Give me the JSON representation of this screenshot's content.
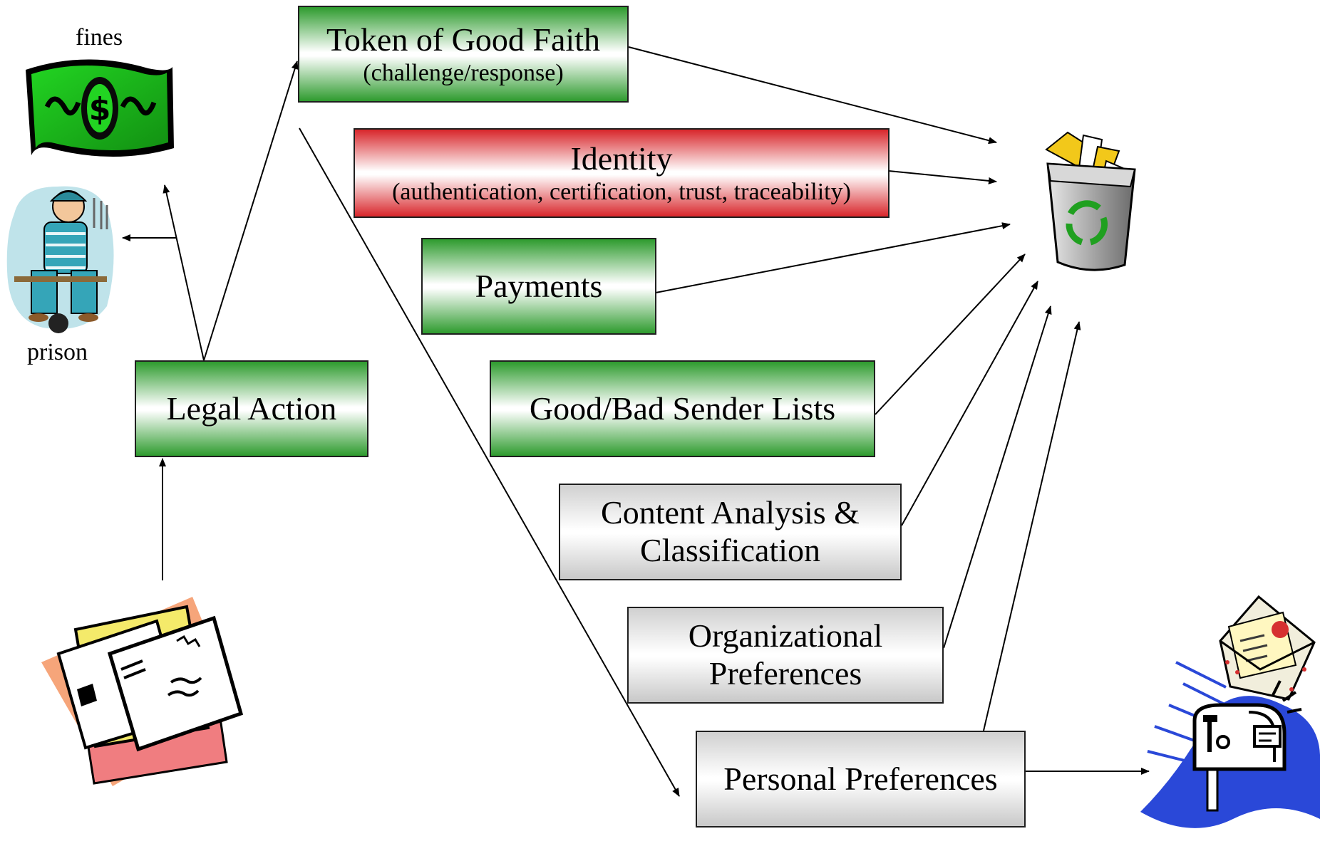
{
  "captions": {
    "fines": "fines",
    "prison": "prison"
  },
  "boxes": {
    "token": {
      "title": "Token of Good Faith",
      "subtitle": "(challenge/response)"
    },
    "identity": {
      "title": "Identity",
      "subtitle": "(authentication, certification, trust, traceability)"
    },
    "payments": {
      "title": "Payments"
    },
    "lists": {
      "title": "Good/Bad Sender Lists"
    },
    "content": {
      "line1": "Content Analysis &",
      "line2": "Classification"
    },
    "org": {
      "line1": "Organizational",
      "line2": "Preferences"
    },
    "legal": {
      "title": "Legal Action"
    },
    "personal": {
      "title": "Personal Preferences"
    }
  },
  "colors": {
    "green": "#2e9b2e",
    "red": "#d8262b",
    "gray": "#c8c8c8"
  },
  "icons": [
    "money-icon",
    "prisoner-icon",
    "recycle-bin-icon",
    "envelopes-icon",
    "open-letter-icon",
    "mailbox-icon"
  ]
}
